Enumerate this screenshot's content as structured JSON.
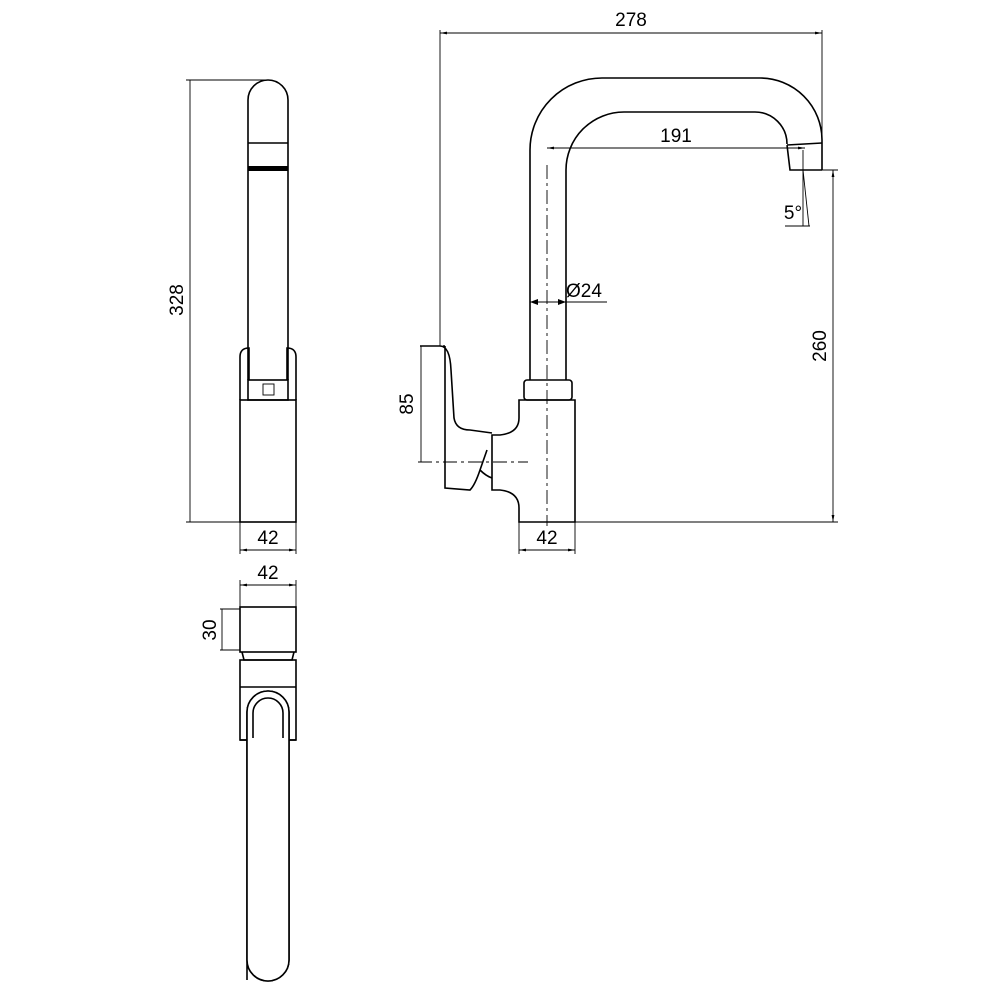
{
  "title": "Kitchen faucet technical drawing",
  "dimensions": {
    "front_height": "328",
    "front_body_width": "42",
    "plan_width": "42",
    "plan_depth": "30",
    "side_reach_total": "278",
    "side_reach_spout": "191",
    "side_spout_angle": "5°",
    "side_pipe_diameter": "Ø24",
    "side_spout_height": "260",
    "side_lever_height": "85",
    "side_body_width": "42"
  },
  "colors": {
    "line": "#000000",
    "background": "#ffffff"
  }
}
